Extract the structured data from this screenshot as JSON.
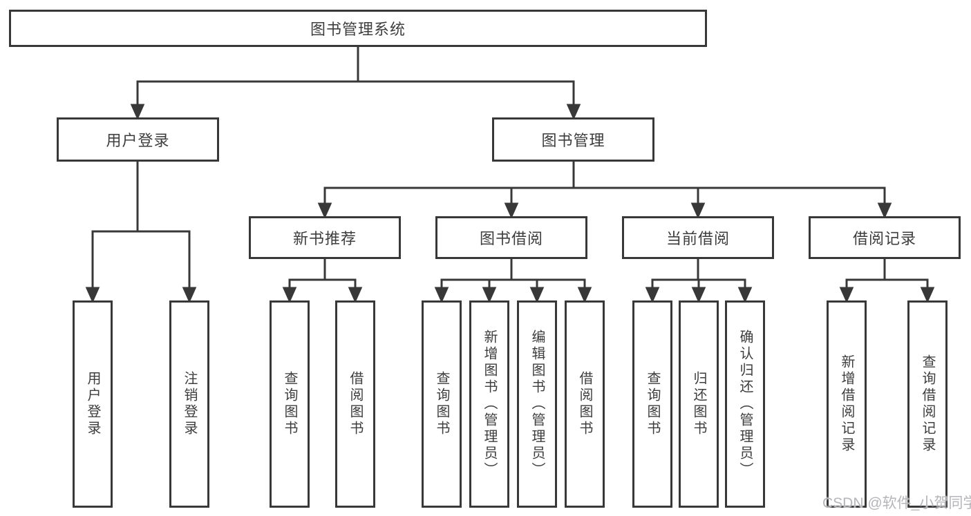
{
  "diagram": {
    "type": "hierarchy-tree",
    "root": {
      "label": "图书管理系统"
    },
    "branches": [
      {
        "label": "用户登录",
        "children": [
          {
            "label": "用户登录"
          },
          {
            "label": "注销登录"
          }
        ]
      },
      {
        "label": "图书管理",
        "children": [
          {
            "label": "新书推荐",
            "children": [
              {
                "label": "查询图书"
              },
              {
                "label": "借阅图书"
              }
            ]
          },
          {
            "label": "图书借阅",
            "children": [
              {
                "label": "查询图书"
              },
              {
                "label": "新增图书（管理员）"
              },
              {
                "label": "编辑图书（管理员）"
              },
              {
                "label": "借阅图书"
              }
            ]
          },
          {
            "label": "当前借阅",
            "children": [
              {
                "label": "查询图书"
              },
              {
                "label": "归还图书"
              },
              {
                "label": "确认归还（管理员）"
              }
            ]
          },
          {
            "label": "借阅记录",
            "children": [
              {
                "label": "新增借阅记录"
              },
              {
                "label": "查询借阅记录"
              }
            ]
          }
        ]
      }
    ],
    "watermark": "CSDN @软件_小贺同学",
    "colors": {
      "line": "#383838",
      "text": "#3d3d3d",
      "watermark": "#b5b5ba",
      "background": "#ffffff"
    }
  }
}
